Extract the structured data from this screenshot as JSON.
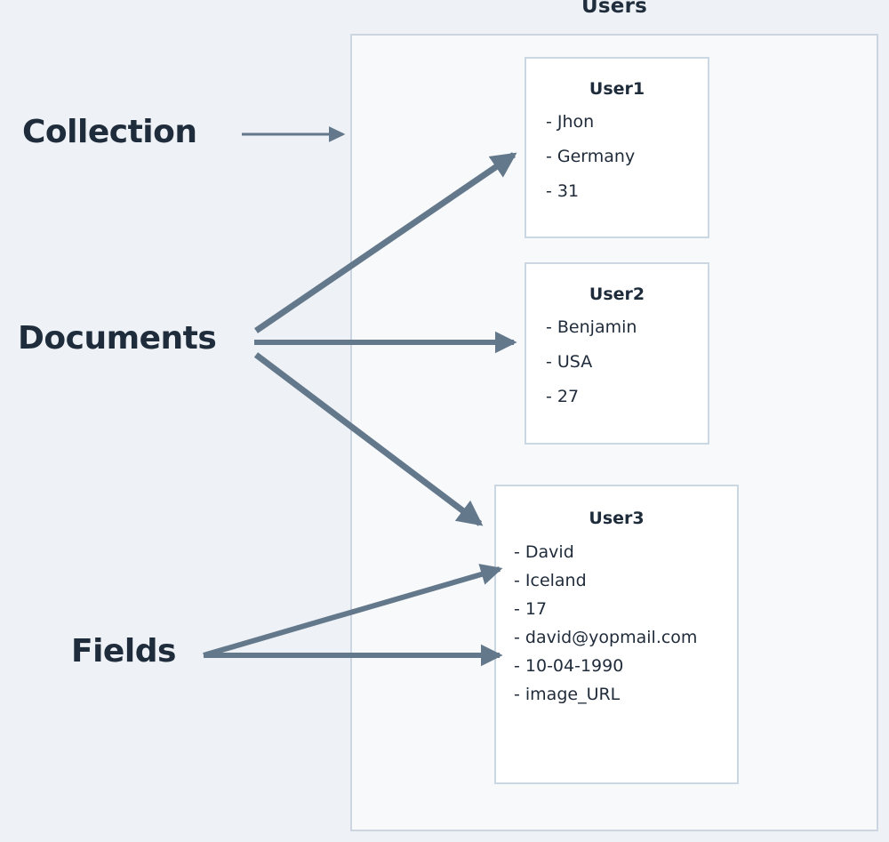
{
  "collection": {
    "title": "Users",
    "documents": [
      {
        "name": "User1",
        "fields": [
          "- Jhon",
          "- Germany",
          "- 31"
        ]
      },
      {
        "name": "User2",
        "fields": [
          "- Benjamin",
          "- USA",
          "- 27"
        ]
      },
      {
        "name": "User3",
        "fields": [
          "- David",
          "- Iceland",
          "- 17",
          "- david@yopmail.com",
          "- 10-04-1990",
          "- image_URL"
        ]
      }
    ]
  },
  "labels": {
    "collection": "Collection",
    "documents": "Documents",
    "fields": "Fields"
  },
  "colors": {
    "page_background": "#eef1f5",
    "collection_background": "#f7f9fb",
    "collection_border": "#cdd6e0",
    "card_background": "#ffffff",
    "card_border": "#cbd7e3",
    "text": "#1e2c3b",
    "arrow": "#64788c"
  },
  "annotations": [
    {
      "from": "Collection",
      "to": "Users collection boundary"
    },
    {
      "from": "Documents",
      "to": "User1"
    },
    {
      "from": "Documents",
      "to": "User2"
    },
    {
      "from": "Documents",
      "to": "User3"
    },
    {
      "from": "Fields",
      "to": "- David"
    },
    {
      "from": "Fields",
      "to": "- david@yopmail.com"
    }
  ]
}
